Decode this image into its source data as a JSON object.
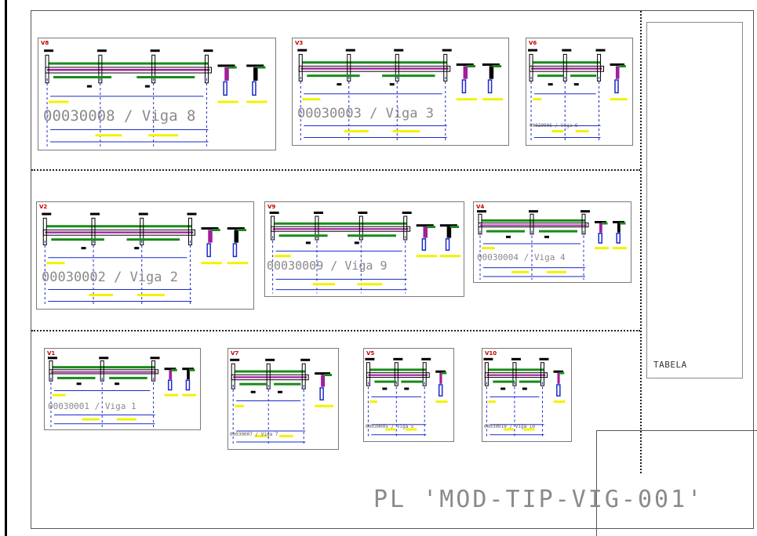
{
  "sheet": {
    "title": "PL 'MOD-TIP-VIG-001'",
    "table_label": "TABELA"
  },
  "colors": {
    "green": "#1a8a1a",
    "magenta": "#a0209a",
    "blue": "#1a2acc",
    "yellow": "#f2f200",
    "red_tag": "#c00000",
    "black": "#000000"
  },
  "panels": [
    {
      "id": "p-viga8",
      "tag": "V8",
      "label": "00030008 / Viga 8",
      "label_style": "big"
    },
    {
      "id": "p-viga3",
      "tag": "V3",
      "label": "00030003 / Viga 3",
      "label_style": "big"
    },
    {
      "id": "p-viga6",
      "tag": "V6",
      "label": "00030006 / Viga 6",
      "label_style": "small"
    },
    {
      "id": "p-viga2",
      "tag": "V2",
      "label": "00030002 / Viga 2",
      "label_style": "big"
    },
    {
      "id": "p-viga9",
      "tag": "V9",
      "label": "00030009 / Viga 9",
      "label_style": "big"
    },
    {
      "id": "p-viga4",
      "tag": "V4",
      "label": "00030004 / Viga 4",
      "label_style": "mid"
    },
    {
      "id": "p-viga1",
      "tag": "V1",
      "label": "00030001 / Viga 1",
      "label_style": "mid"
    },
    {
      "id": "p-viga7",
      "tag": "V7",
      "label": "00030007 / Viga 7",
      "label_style": "small"
    },
    {
      "id": "p-viga5",
      "tag": "V5",
      "label": "00030005 / Viga 5",
      "label_style": "small"
    },
    {
      "id": "p-viga10",
      "tag": "V10",
      "label": "00030010 / Viga 10",
      "label_style": "small"
    }
  ]
}
